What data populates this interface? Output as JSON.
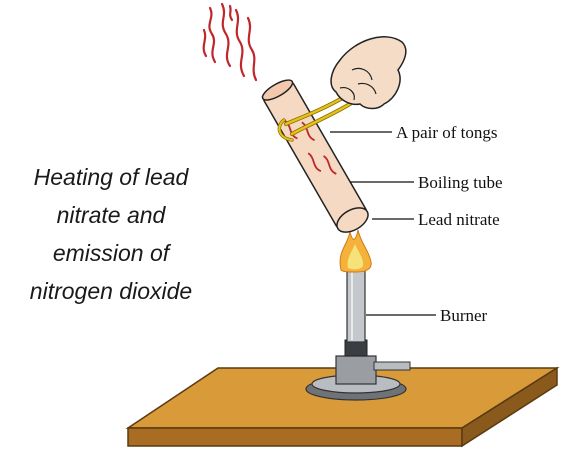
{
  "caption": {
    "lines": [
      "Heating of lead",
      "nitrate and",
      "emission of",
      "nitrogen dioxide"
    ]
  },
  "labels": {
    "tongs": "A pair of tongs",
    "tube": "Boiling tube",
    "nitrate": "Lead nitrate",
    "burner": "Burner"
  },
  "colors": {
    "table_top": "#d99a3a",
    "table_edge": "#8a5a1c",
    "tube_fill": "#f6d9c2",
    "gas": "#c0272d",
    "flame_outer": "#f4b23a",
    "flame_inner": "#f7e27a",
    "burner_metal": "#b9bcc0",
    "tong": "#e6c21a"
  }
}
